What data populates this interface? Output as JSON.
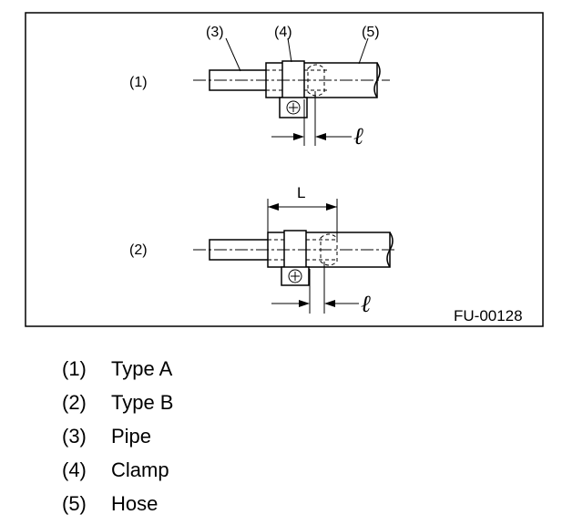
{
  "figure": {
    "code": "FU-00128",
    "callouts": {
      "type_a": "(1)",
      "type_b": "(2)",
      "pipe": "(3)",
      "clamp": "(4)",
      "hose": "(5)"
    },
    "dimension_L": "L",
    "dimension_l": "ℓ"
  },
  "legend": [
    {
      "num": "(1)",
      "text": "Type A"
    },
    {
      "num": "(2)",
      "text": "Type B"
    },
    {
      "num": "(3)",
      "text": "Pipe"
    },
    {
      "num": "(4)",
      "text": "Clamp"
    },
    {
      "num": "(5)",
      "text": "Hose"
    }
  ]
}
